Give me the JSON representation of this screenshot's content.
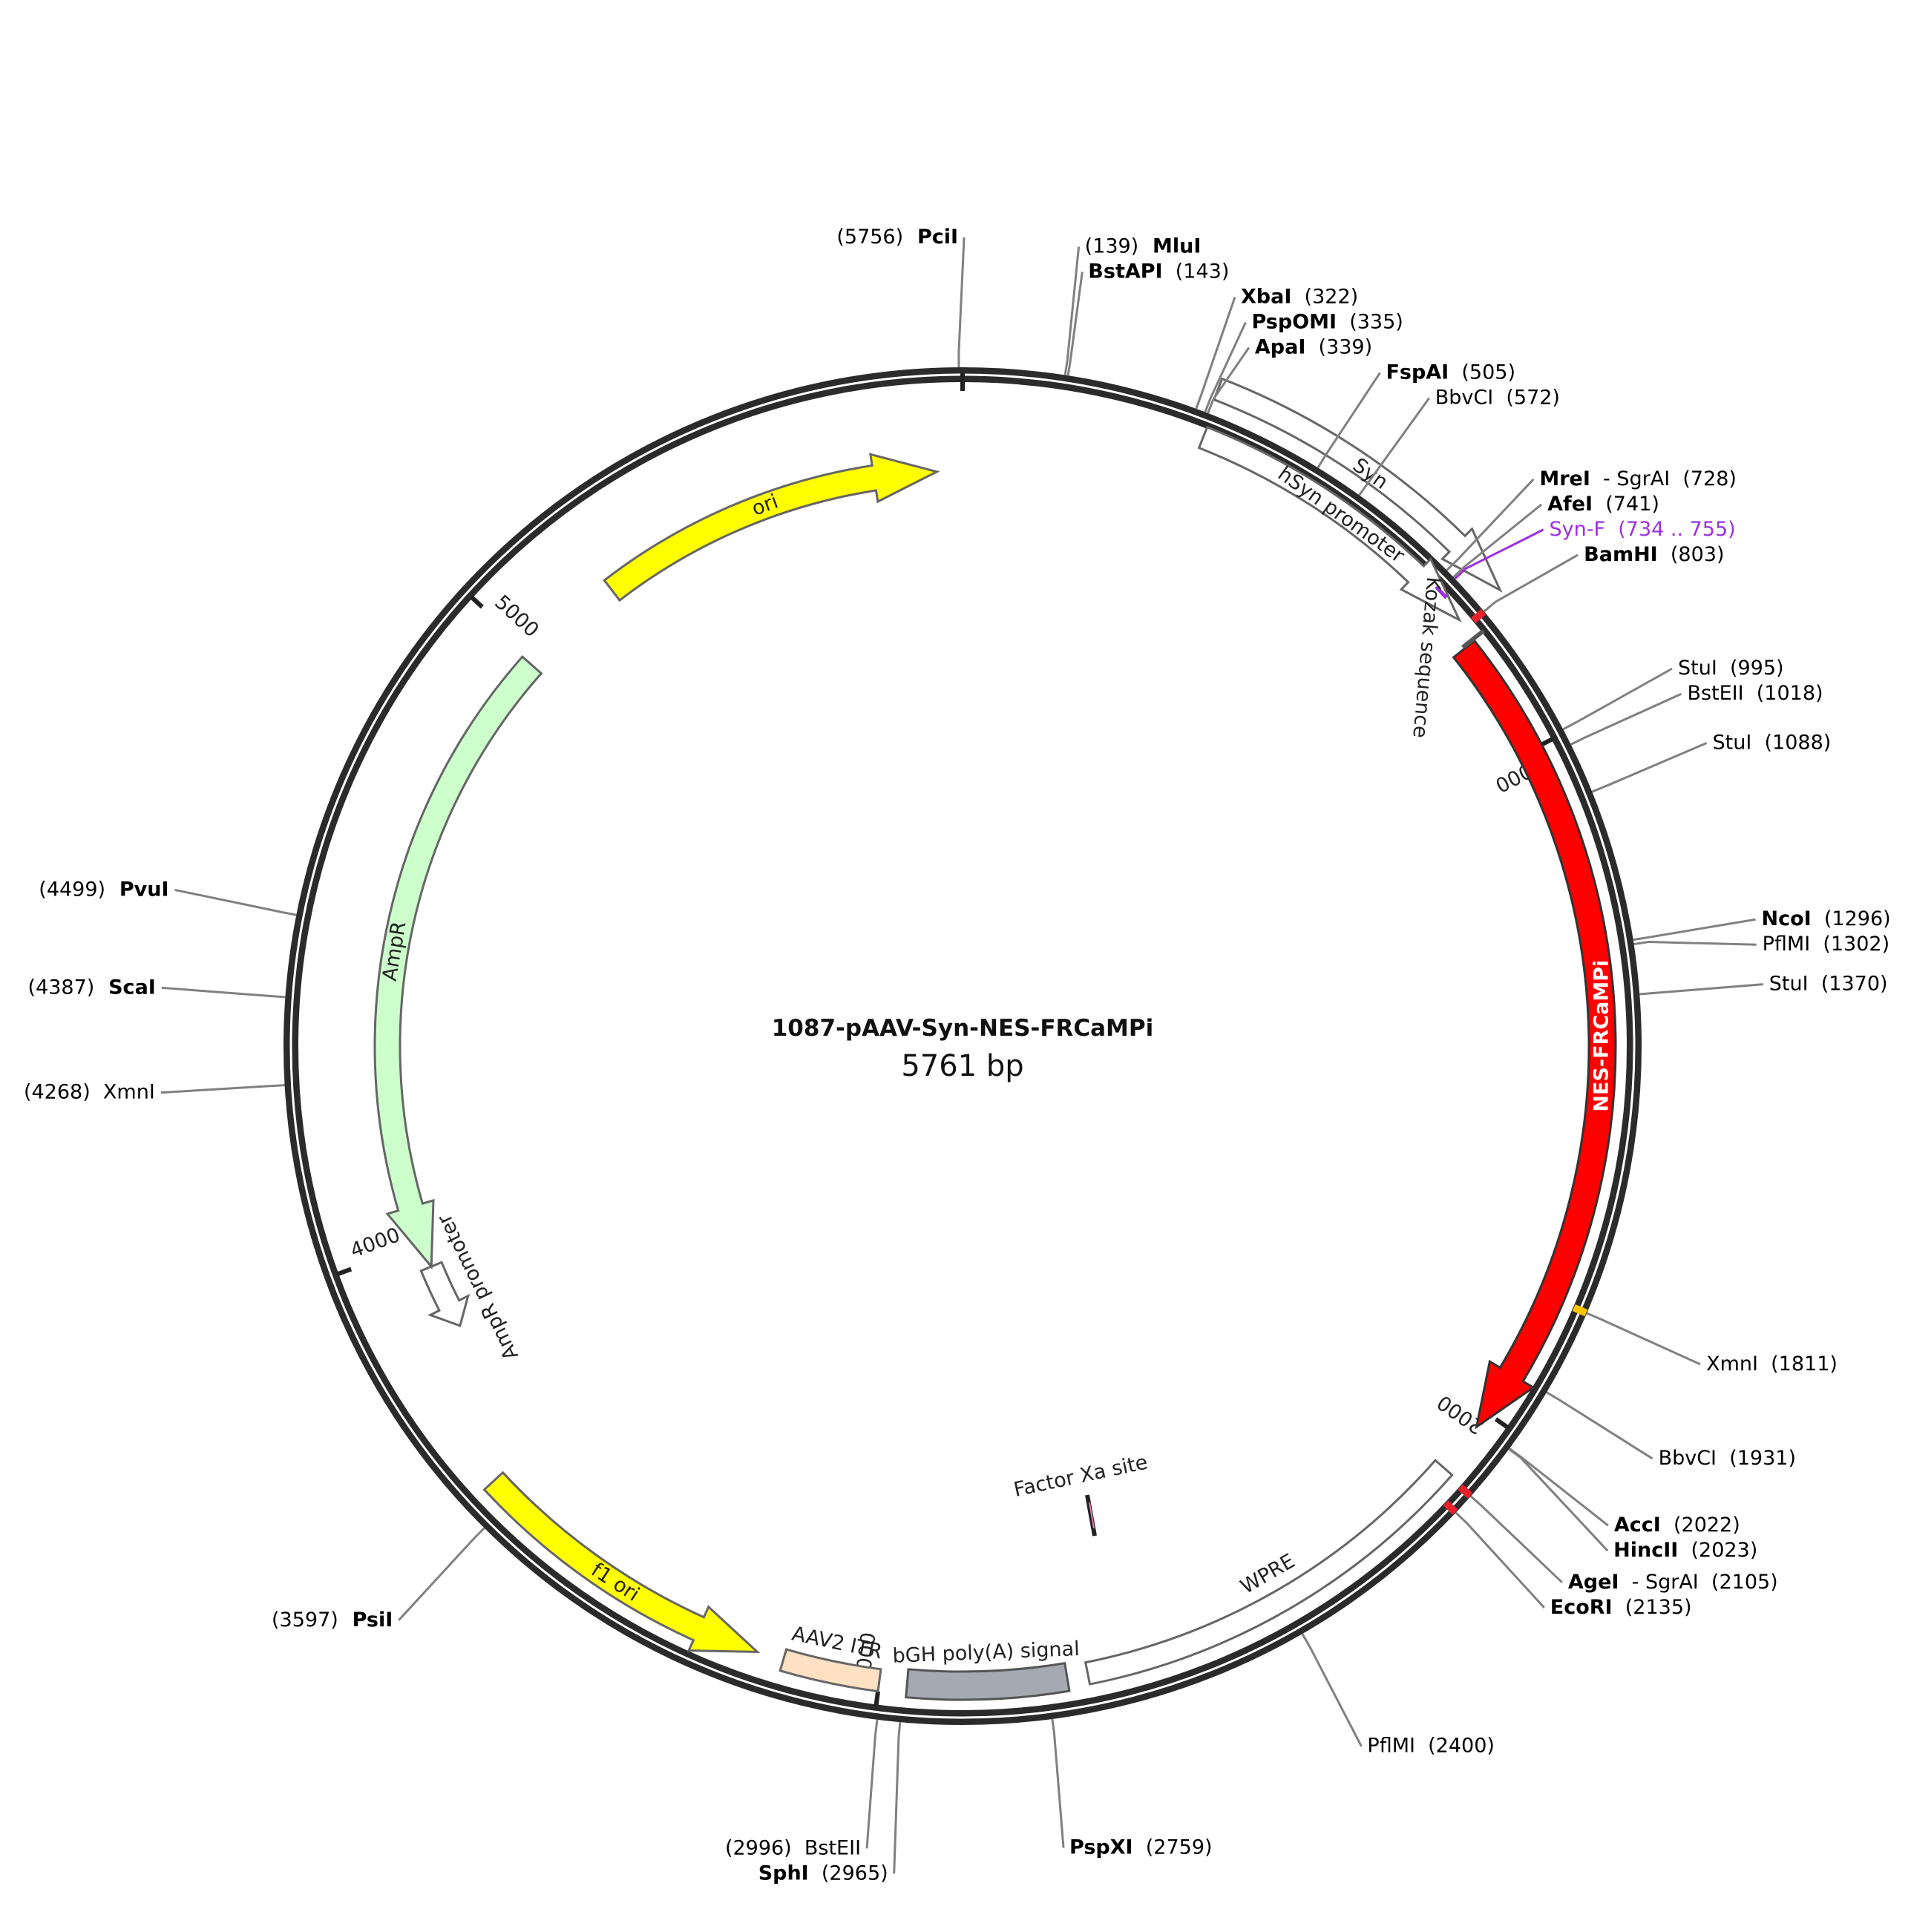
{
  "plasmid": {
    "name": "1087-pAAV-Syn-NES-FRCaMPi",
    "size_label": "5761 bp",
    "length": 5761
  },
  "ticks": [
    {
      "pos": 1000,
      "label": "1000"
    },
    {
      "pos": 2000,
      "label": "2000"
    },
    {
      "pos": 3000,
      "label": "3000"
    },
    {
      "pos": 4000,
      "label": "4000"
    },
    {
      "pos": 5000,
      "label": "5000"
    }
  ],
  "ring_marks": [
    {
      "name": "bamhi-mark",
      "pos": 803,
      "color": "#e8202a"
    },
    {
      "name": "xmni-mark",
      "pos": 1811,
      "color": "#ffc400"
    },
    {
      "name": "agei-mark",
      "pos": 2105,
      "color": "#e8202a"
    },
    {
      "name": "ecori-mark",
      "pos": 2135,
      "color": "#e8202a"
    }
  ],
  "features": [
    {
      "name": "nes-frcampi",
      "label": "NES-FRCaMPi",
      "start": 826,
      "end": 2025,
      "dir": 1,
      "r": 862,
      "w": 36,
      "fill": "#ff0000",
      "stroke": "#333333",
      "text": "#ffffff",
      "bold": true
    },
    {
      "name": "syn",
      "label": "Syn",
      "start": 340,
      "end": 795,
      "dir": 1,
      "r": 950,
      "w": 30,
      "fill": "#ffffff",
      "stroke": "#666666",
      "text": "#222222",
      "bold": false
    },
    {
      "name": "hsyn-promoter",
      "label": "hSyn promoter",
      "start": 345,
      "end": 790,
      "dir": 1,
      "r": 882,
      "w": 30,
      "fill": "#ffffff",
      "stroke": "#666666",
      "text": "#222222",
      "bold": false
    },
    {
      "name": "wpre",
      "label": "WPRE",
      "start": 2100,
      "end": 2700,
      "dir": 0,
      "r": 862,
      "w": 30,
      "fill": "#ffffff",
      "stroke": "#666666",
      "text": "#222222",
      "bold": false
    },
    {
      "name": "bgh-polya-signal",
      "label": "bGH poly(A) signal",
      "start": 2730,
      "end": 2960,
      "dir": 0,
      "r": 862,
      "w": 38,
      "fill": "#a5aab2",
      "stroke": "#555555",
      "text": "#222222",
      "bold": false
    },
    {
      "name": "aav2-itr",
      "label": "AAV2 ITR",
      "start": 3000,
      "end": 3141,
      "dir": 0,
      "r": 862,
      "w": 30,
      "fill": "#fde1c2",
      "stroke": "#666666",
      "text": "#222222",
      "bold": false
    },
    {
      "name": "f1-ori",
      "label": "f1 ori",
      "start": 3180,
      "end": 3635,
      "dir": -1,
      "r": 862,
      "w": 34,
      "fill": "#ffff00",
      "stroke": "#666666",
      "text": "#222222",
      "bold": false
    },
    {
      "name": "ampr-promoter",
      "label": "AmpR promoter",
      "start": 3855,
      "end": 3960,
      "dir": -1,
      "r": 775,
      "w": 30,
      "fill": "#ffffff",
      "stroke": "#666666",
      "text": "#222222",
      "bold": false
    },
    {
      "name": "ampr",
      "label": "AmpR",
      "start": 3960,
      "end": 4985,
      "dir": -1,
      "r": 775,
      "w": 34,
      "fill": "#ccffcc",
      "stroke": "#666666",
      "text": "#222222",
      "bold": false
    },
    {
      "name": "ori",
      "label": "ori",
      "start": 5160,
      "end": 5720,
      "dir": 1,
      "r": 775,
      "w": 34,
      "fill": "#ffff00",
      "stroke": "#666666",
      "text": "#222222",
      "bold": false
    }
  ],
  "inner_labels": [
    {
      "name": "kozak-sequence-label",
      "label": "Kozak sequence"
    },
    {
      "name": "factor-xa-site-label",
      "label": "Factor Xa site"
    }
  ],
  "sites": [
    {
      "name": "site-pcii",
      "pos": 5756,
      "parts": [
        {
          "t": "(5756)",
          "b": false
        },
        {
          "t": "PciI",
          "b": true
        }
      ],
      "color": "#000000"
    },
    {
      "name": "site-mlui",
      "pos": 139,
      "parts": [
        {
          "t": "(139)",
          "b": false
        },
        {
          "t": "MluI",
          "b": true
        }
      ],
      "color": "#000000"
    },
    {
      "name": "site-bstapi",
      "pos": 143,
      "parts": [
        {
          "t": "BstAPI",
          "b": true
        },
        {
          "t": "(143)",
          "b": false
        }
      ],
      "color": "#000000"
    },
    {
      "name": "site-xbai",
      "pos": 322,
      "parts": [
        {
          "t": "XbaI",
          "b": true
        },
        {
          "t": "(322)",
          "b": false
        }
      ],
      "color": "#000000"
    },
    {
      "name": "site-pspomi",
      "pos": 335,
      "parts": [
        {
          "t": "PspOMI",
          "b": true
        },
        {
          "t": "(335)",
          "b": false
        }
      ],
      "color": "#000000"
    },
    {
      "name": "site-apai",
      "pos": 339,
      "parts": [
        {
          "t": "ApaI",
          "b": true
        },
        {
          "t": "(339)",
          "b": false
        }
      ],
      "color": "#000000"
    },
    {
      "name": "site-fspai",
      "pos": 505,
      "parts": [
        {
          "t": "FspAI",
          "b": true
        },
        {
          "t": "(505)",
          "b": false
        }
      ],
      "color": "#000000"
    },
    {
      "name": "site-bbvci-572",
      "pos": 572,
      "parts": [
        {
          "t": "BbvCI",
          "b": false
        },
        {
          "t": "(572)",
          "b": false
        }
      ],
      "color": "#000000"
    },
    {
      "name": "site-mrei",
      "pos": 728,
      "parts": [
        {
          "t": "MreI",
          "b": true
        },
        {
          "t": "- SgrAI",
          "b": false
        },
        {
          "t": "(728)",
          "b": false
        }
      ],
      "color": "#000000"
    },
    {
      "name": "primer-syn-f",
      "pos": 744,
      "parts": [
        {
          "t": "Syn-F",
          "b": false
        },
        {
          "t": "(734 .. 755)",
          "b": false
        }
      ],
      "color": "#9b30e0"
    },
    {
      "name": "site-afei",
      "pos": 741,
      "parts": [
        {
          "t": "AfeI",
          "b": true
        },
        {
          "t": "(741)",
          "b": false
        }
      ],
      "color": "#000000"
    },
    {
      "name": "site-bamhi",
      "pos": 803,
      "parts": [
        {
          "t": "BamHI",
          "b": true
        },
        {
          "t": "(803)",
          "b": false
        }
      ],
      "color": "#000000"
    },
    {
      "name": "site-stui-995",
      "pos": 995,
      "parts": [
        {
          "t": "StuI",
          "b": false
        },
        {
          "t": "(995)",
          "b": false
        }
      ],
      "color": "#000000"
    },
    {
      "name": "site-bsteii-1018",
      "pos": 1018,
      "parts": [
        {
          "t": "BstEII",
          "b": false
        },
        {
          "t": "(1018)",
          "b": false
        }
      ],
      "color": "#000000"
    },
    {
      "name": "site-stui-1088",
      "pos": 1088,
      "parts": [
        {
          "t": "StuI",
          "b": false
        },
        {
          "t": "(1088)",
          "b": false
        }
      ],
      "color": "#000000"
    },
    {
      "name": "site-ncoi",
      "pos": 1296,
      "parts": [
        {
          "t": "NcoI",
          "b": true
        },
        {
          "t": "(1296)",
          "b": false
        }
      ],
      "color": "#000000"
    },
    {
      "name": "site-pflmi-1302",
      "pos": 1302,
      "parts": [
        {
          "t": "PflMI",
          "b": false
        },
        {
          "t": "(1302)",
          "b": false
        }
      ],
      "color": "#000000"
    },
    {
      "name": "site-stui-1370",
      "pos": 1370,
      "parts": [
        {
          "t": "StuI",
          "b": false
        },
        {
          "t": "(1370)",
          "b": false
        }
      ],
      "color": "#000000"
    },
    {
      "name": "site-xmni-1811",
      "pos": 1811,
      "parts": [
        {
          "t": "XmnI",
          "b": false
        },
        {
          "t": "(1811)",
          "b": false
        }
      ],
      "color": "#000000"
    },
    {
      "name": "site-bbvci-1931",
      "pos": 1931,
      "parts": [
        {
          "t": "BbvCI",
          "b": false
        },
        {
          "t": "(1931)",
          "b": false
        }
      ],
      "color": "#000000"
    },
    {
      "name": "site-acci",
      "pos": 2022,
      "parts": [
        {
          "t": "AccI",
          "b": true
        },
        {
          "t": "(2022)",
          "b": false
        }
      ],
      "color": "#000000"
    },
    {
      "name": "site-hincii",
      "pos": 2023,
      "parts": [
        {
          "t": "HincII",
          "b": true
        },
        {
          "t": "(2023)",
          "b": false
        }
      ],
      "color": "#000000"
    },
    {
      "name": "site-agei",
      "pos": 2105,
      "parts": [
        {
          "t": "AgeI",
          "b": true
        },
        {
          "t": "- SgrAI",
          "b": false
        },
        {
          "t": "(2105)",
          "b": false
        }
      ],
      "color": "#000000"
    },
    {
      "name": "site-ecori",
      "pos": 2135,
      "parts": [
        {
          "t": "EcoRI",
          "b": true
        },
        {
          "t": "(2135)",
          "b": false
        }
      ],
      "color": "#000000"
    },
    {
      "name": "site-pflmi-2400",
      "pos": 2400,
      "parts": [
        {
          "t": "PflMI",
          "b": false
        },
        {
          "t": "(2400)",
          "b": false
        }
      ],
      "color": "#000000"
    },
    {
      "name": "site-pspxi",
      "pos": 2759,
      "parts": [
        {
          "t": "PspXI",
          "b": true
        },
        {
          "t": "(2759)",
          "b": false
        }
      ],
      "color": "#000000"
    },
    {
      "name": "site-sphi",
      "pos": 2965,
      "parts": [
        {
          "t": "SphI",
          "b": true
        },
        {
          "t": "(2965)",
          "b": false
        }
      ],
      "color": "#000000"
    },
    {
      "name": "site-bsteii-2996",
      "pos": 2996,
      "parts": [
        {
          "t": "(2996)",
          "b": false
        },
        {
          "t": "BstEII",
          "b": false
        }
      ],
      "color": "#000000"
    },
    {
      "name": "site-psii",
      "pos": 3597,
      "parts": [
        {
          "t": "(3597)",
          "b": false
        },
        {
          "t": "PsiI",
          "b": true
        }
      ],
      "color": "#000000"
    },
    {
      "name": "site-xmni-4268",
      "pos": 4268,
      "parts": [
        {
          "t": "(4268)",
          "b": false
        },
        {
          "t": "XmnI",
          "b": false
        }
      ],
      "color": "#000000"
    },
    {
      "name": "site-scai",
      "pos": 4387,
      "parts": [
        {
          "t": "(4387)",
          "b": false
        },
        {
          "t": "ScaI",
          "b": true
        }
      ],
      "color": "#000000"
    },
    {
      "name": "site-pvui",
      "pos": 4499,
      "parts": [
        {
          "t": "(4499)",
          "b": false
        },
        {
          "t": "PvuI",
          "b": true
        }
      ],
      "color": "#000000"
    }
  ]
}
